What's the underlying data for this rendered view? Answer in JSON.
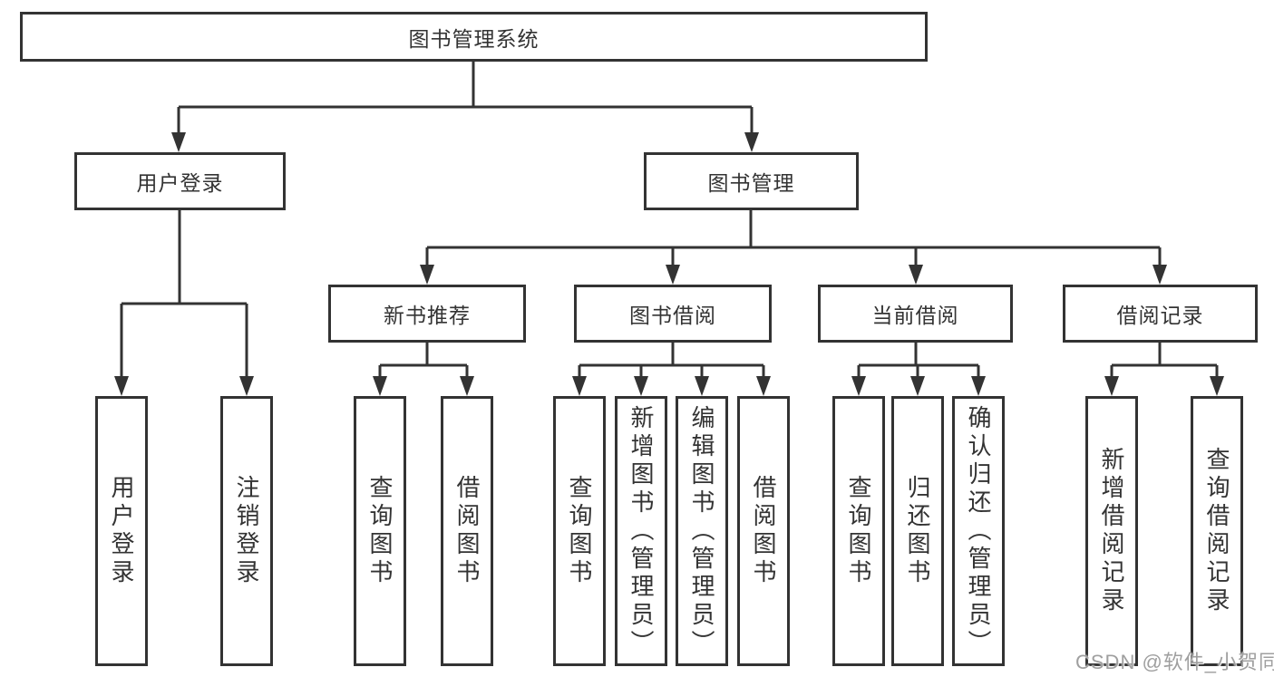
{
  "nodes": {
    "root": {
      "label": "图书管理系统"
    },
    "level2": [
      {
        "id": "user-login",
        "label": "用户登录"
      },
      {
        "id": "book-management",
        "label": "图书管理"
      }
    ],
    "level3": [
      {
        "id": "new-book-recommend",
        "label": "新书推荐"
      },
      {
        "id": "book-borrowing",
        "label": "图书借阅"
      },
      {
        "id": "current-borrowing",
        "label": "当前借阅"
      },
      {
        "id": "borrowing-records",
        "label": "借阅记录"
      }
    ],
    "leaves": [
      {
        "id": "user-login-leaf",
        "label": "用户登录"
      },
      {
        "id": "logout",
        "label": "注销登录"
      },
      {
        "id": "query-books-recommend",
        "label": "查询图书"
      },
      {
        "id": "borrow-books-recommend",
        "label": "借阅图书"
      },
      {
        "id": "query-books-borrowing",
        "label": "查询图书"
      },
      {
        "id": "add-books-admin",
        "label": "新增图书（管理员）"
      },
      {
        "id": "edit-books-admin",
        "label": "编辑图书（管理员）"
      },
      {
        "id": "borrow-books-borrowing",
        "label": "借阅图书"
      },
      {
        "id": "query-books-current",
        "label": "查询图书"
      },
      {
        "id": "return-books",
        "label": "归还图书"
      },
      {
        "id": "confirm-return-admin",
        "label": "确认归还（管理员）"
      },
      {
        "id": "add-borrow-record",
        "label": "新增借阅记录"
      },
      {
        "id": "query-borrow-record",
        "label": "查询借阅记录"
      }
    ]
  },
  "watermark": {
    "text": "CSDN @软件_小贺同学"
  },
  "colors": {
    "line": "#333333",
    "box_border": "#333333",
    "text": "#333333",
    "box_background": "#ffffff",
    "page_background": "#ffffff",
    "watermark": "#9f9f9f"
  }
}
